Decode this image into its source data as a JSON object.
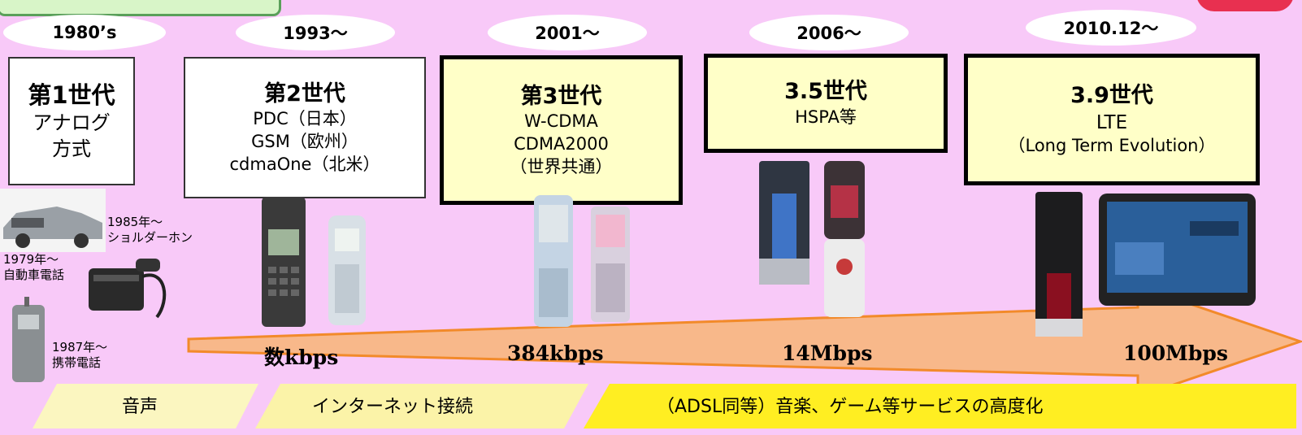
{
  "eras": [
    "1980’s",
    "1993～",
    "2001～",
    "2006～",
    "2010.12～"
  ],
  "generations": [
    {
      "title": "第1世代",
      "lines": [
        "アナログ",
        "方式"
      ]
    },
    {
      "title": "第2世代",
      "lines": [
        "PDC（日本）",
        "GSM（欧州）",
        "cdmaOne（北米）"
      ]
    },
    {
      "title": "第3世代",
      "lines": [
        "W-CDMA",
        "CDMA2000",
        "（世界共通）"
      ]
    },
    {
      "title": "3.5世代",
      "lines": [
        "HSPA等"
      ]
    },
    {
      "title": "3.9世代",
      "lines": [
        "LTE",
        "（Long Term Evolution）"
      ]
    }
  ],
  "captions": {
    "shoulder_year": "1985年～",
    "shoulder_name": "ショルダーホン",
    "car_year": "1979年～",
    "car_name": "自動車電話",
    "portable_year": "1987年～",
    "portable_name": "携帯電話"
  },
  "speeds": [
    "数kbps",
    "384kbps",
    "14Mbps",
    "100Mbps"
  ],
  "services": [
    "音声",
    "インターネット接続",
    "（ADSL同等）音楽、ゲーム等サービスの高度化"
  ],
  "colors": {
    "background": "#f8c9f8",
    "box_yellow": "#ffffc8",
    "arrow": "#f8b88a",
    "band_pale": "#fbf6c0",
    "band_yellow": "#ffee22"
  }
}
